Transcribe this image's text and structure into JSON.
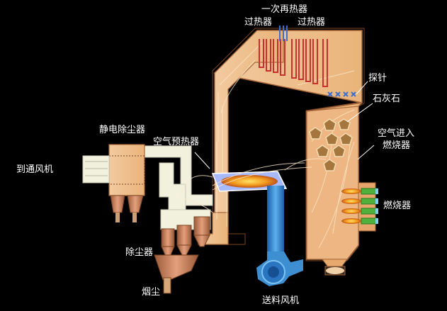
{
  "labels": {
    "reheater": "一次再热器",
    "superheater_left": "过热器",
    "superheater_right": "过热器",
    "probe": "探针",
    "limestone": "石灰石",
    "air_inlet_burner_line1": "空气进入",
    "air_inlet_burner_line2": "燃烧器",
    "burner": "燃烧器",
    "electrostatic_precipitator": "静电除尘器",
    "air_preheater": "空气预热器",
    "to_induced_draft_fan": "到通风机",
    "dust_collector": "除尘器",
    "soot": "烟尘",
    "feed_fan": "送料风机"
  },
  "colors": {
    "background": "#000000",
    "duct": "#efc08c",
    "duct_stroke": "#a8683a",
    "flue_gas": "#e8d8b6",
    "white_duct": "#f1f1de",
    "feed_blue": "#3d8fd1",
    "flame": "#f19b1e",
    "burner_green": "#4fb03c",
    "tube_red": "#c83030",
    "limestone": "#a5773e",
    "probe_x": "#3a6fd1",
    "label_text": "#ffffff"
  }
}
